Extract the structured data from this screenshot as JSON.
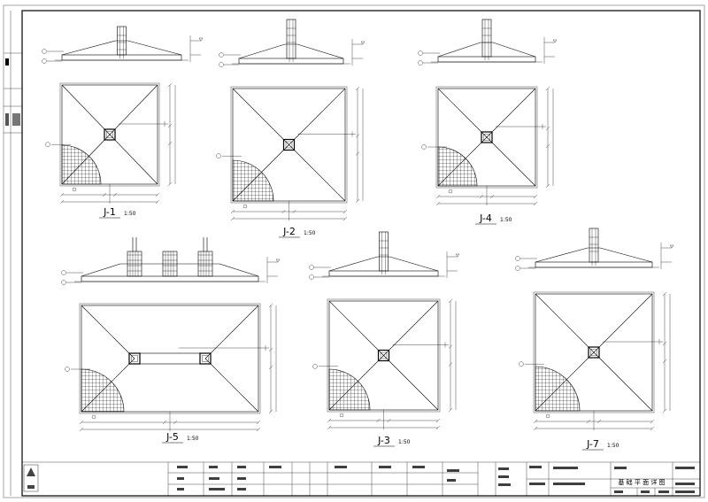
{
  "drawing": {
    "footings": [
      {
        "id": "J-1",
        "label": "J-1",
        "scale": "1:50"
      },
      {
        "id": "J-2",
        "label": "J-2",
        "scale": "1:50"
      },
      {
        "id": "J-4",
        "label": "J-4",
        "scale": "1:50"
      },
      {
        "id": "J-5",
        "label": "J-5",
        "scale": "1:50"
      },
      {
        "id": "J-3",
        "label": "J-3",
        "scale": "1:50"
      },
      {
        "id": "J-7",
        "label": "J-7",
        "scale": "1:50"
      }
    ]
  },
  "title_block": {
    "sheet_title": "基 础 平 面 详 图"
  }
}
